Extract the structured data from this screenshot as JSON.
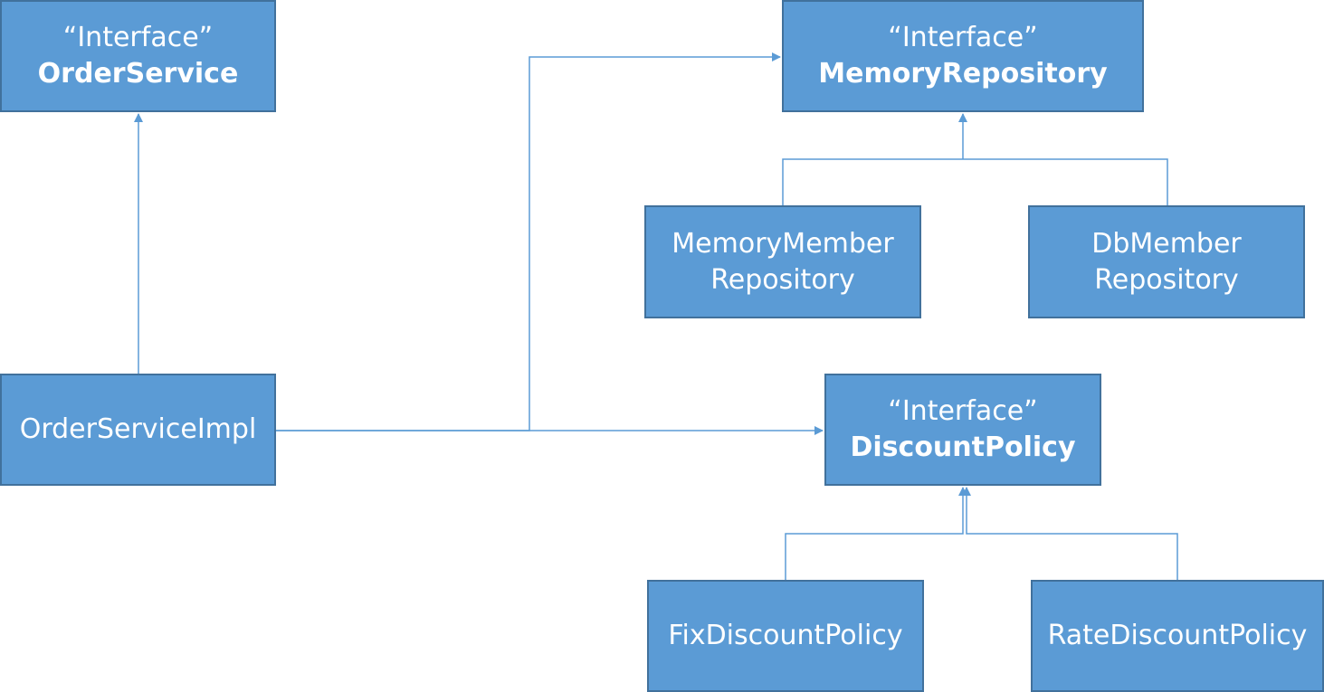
{
  "diagram": {
    "order_service": {
      "stereotype": "“Interface”",
      "name": "OrderService"
    },
    "memory_repository": {
      "stereotype": "“Interface”",
      "name": "MemoryRepository"
    },
    "memory_member_repository": {
      "line1": "MemoryMember",
      "line2": "Repository"
    },
    "db_member_repository": {
      "line1": "DbMember",
      "line2": "Repository"
    },
    "order_service_impl": {
      "label": "OrderServiceImpl"
    },
    "discount_policy": {
      "stereotype": "“Interface”",
      "name": "DiscountPolicy"
    },
    "fix_discount_policy": {
      "label": "FixDiscountPolicy"
    },
    "rate_discount_policy": {
      "label": "RateDiscountPolicy"
    }
  },
  "colors": {
    "box_fill": "#5b9bd5",
    "box_border": "#41719c",
    "connector": "#5b9bd5",
    "text": "#ffffff"
  }
}
